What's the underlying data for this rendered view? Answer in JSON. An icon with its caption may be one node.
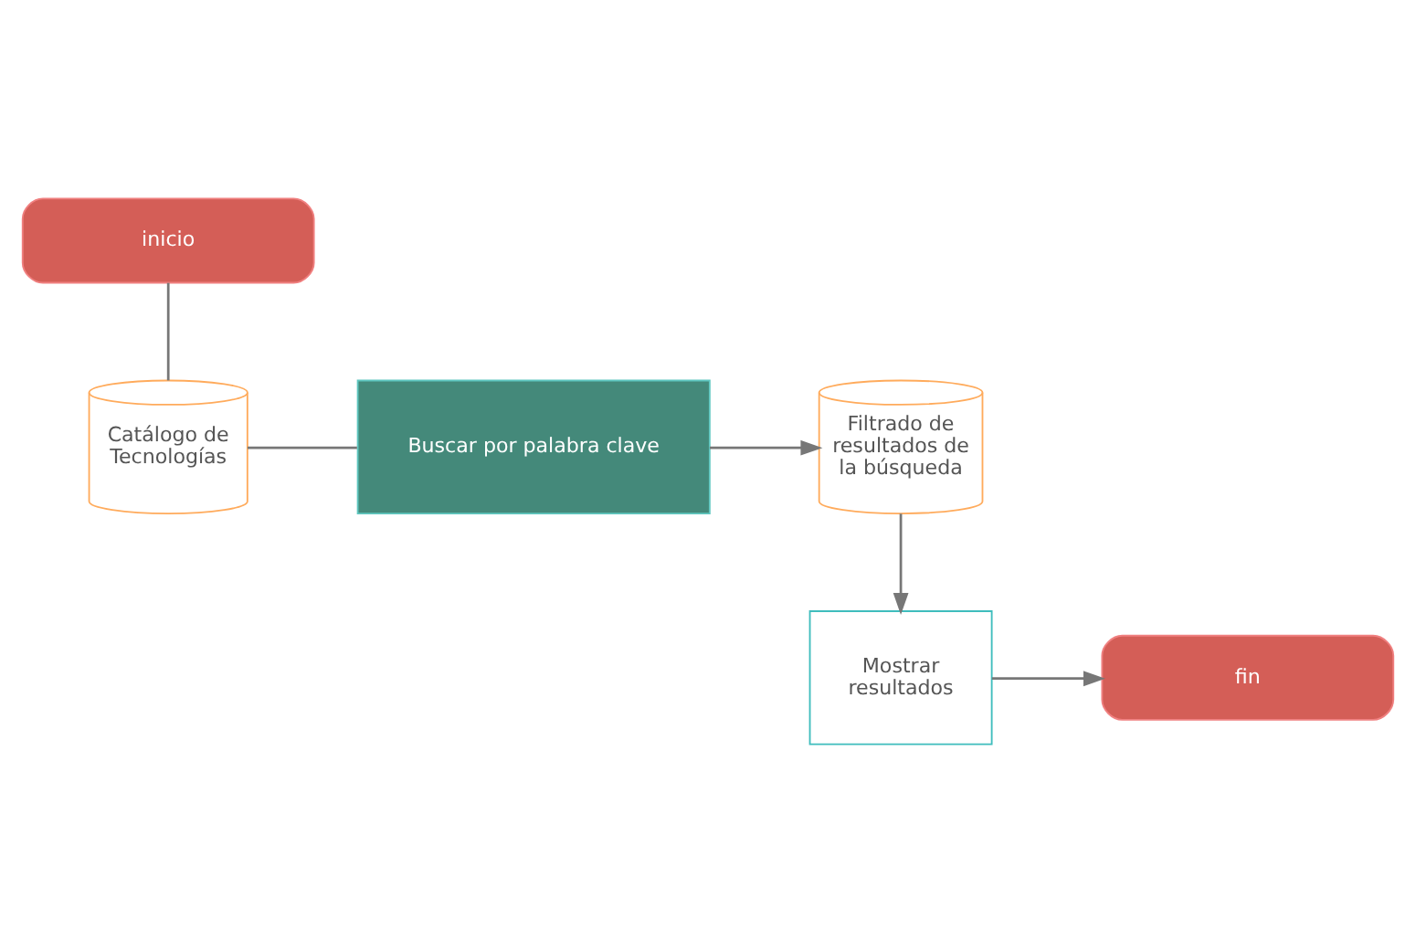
{
  "diagram": {
    "nodes": [
      {
        "text": [
          "inicio"
        ]
      },
      {
        "text": [
          "Catálogo de Tecnologías"
        ]
      },
      {
        "text": [
          "Buscar por palabra clave"
        ]
      },
      {
        "text": [
          "Filtrado de resultados de la búsqueda"
        ]
      },
      {
        "text": [
          "Mostrar resultados"
        ]
      },
      {
        "text": [
          "fin"
        ]
      }
    ],
    "edges": [
      {
        "from": 0,
        "to": 1,
        "arrow": "none"
      },
      {
        "from": 1,
        "to": 2,
        "arrow": "none"
      },
      {
        "from": 2,
        "to": 3,
        "arrow": "to"
      },
      {
        "from": 3,
        "to": 4,
        "arrow": "to"
      },
      {
        "from": 4,
        "to": 5,
        "arrow": "to"
      }
    ]
  }
}
